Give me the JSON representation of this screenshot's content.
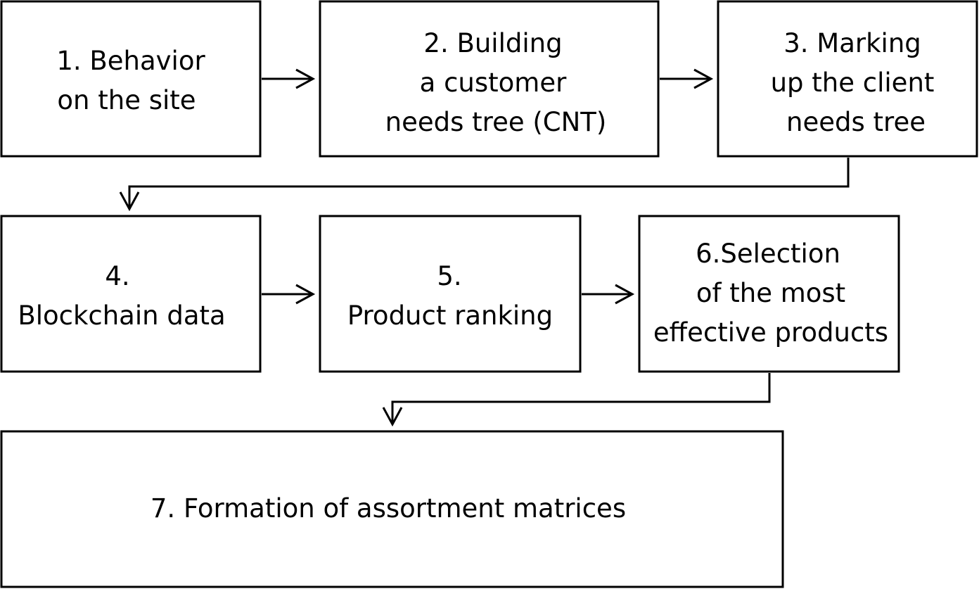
{
  "steps": [
    {
      "id": "s1",
      "lines": [
        "1. Behavior",
        "on the site"
      ]
    },
    {
      "id": "s2",
      "lines": [
        "2. Building",
        "a customer",
        "needs tree (CNT)"
      ]
    },
    {
      "id": "s3",
      "lines": [
        "3. Marking",
        "up the client",
        "needs tree"
      ]
    },
    {
      "id": "s4",
      "lines": [
        "4.",
        "Blockchain data"
      ]
    },
    {
      "id": "s5",
      "lines": [
        "5.",
        "Product ranking"
      ]
    },
    {
      "id": "s6",
      "lines": [
        "6.Selection",
        "of the most",
        "effective products"
      ]
    },
    {
      "id": "s7",
      "lines": [
        "7. Formation of assortment matrices"
      ]
    }
  ],
  "links": [
    {
      "from": "s1",
      "to": "s2"
    },
    {
      "from": "s2",
      "to": "s3"
    },
    {
      "from": "s3",
      "to": "s4"
    },
    {
      "from": "s4",
      "to": "s5"
    },
    {
      "from": "s5",
      "to": "s6"
    },
    {
      "from": "s6",
      "to": "s7"
    }
  ]
}
